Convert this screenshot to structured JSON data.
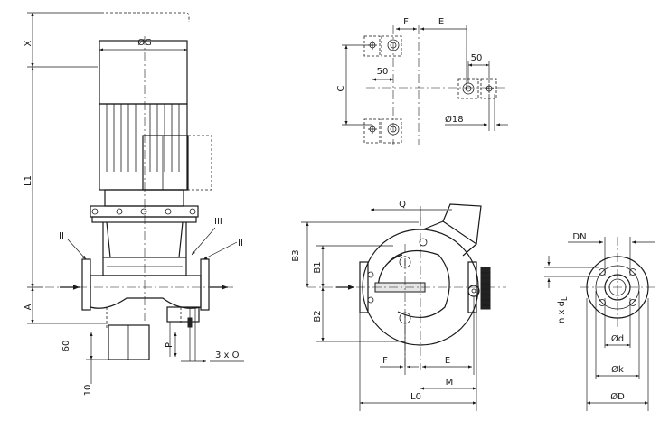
{
  "labels": {
    "x": "X",
    "g": "ØG",
    "l1": "L1",
    "a": "A",
    "h60": "60",
    "h10": "10",
    "p": "P",
    "three_o": "3 x O",
    "roman_ii_left": "II",
    "roman_iii": "III",
    "roman_ii_right": "II",
    "f_top": "F",
    "e_top": "E",
    "c": "C",
    "fifty_left": "50",
    "fifty_right": "50",
    "d18": "Ø18",
    "q": "Q",
    "b3": "B3",
    "b1": "B1",
    "b2": "B2",
    "f_mid": "F",
    "e_mid": "E",
    "m": "M",
    "l0": "L0",
    "dn": "DN",
    "nxdl": "n x d",
    "nxdl_sub": "L",
    "dd": "Ød",
    "dk": "Øk",
    "dD": "ØD"
  },
  "colors": {
    "line": "#1a1a1a",
    "fill": "#e6e6e6"
  }
}
